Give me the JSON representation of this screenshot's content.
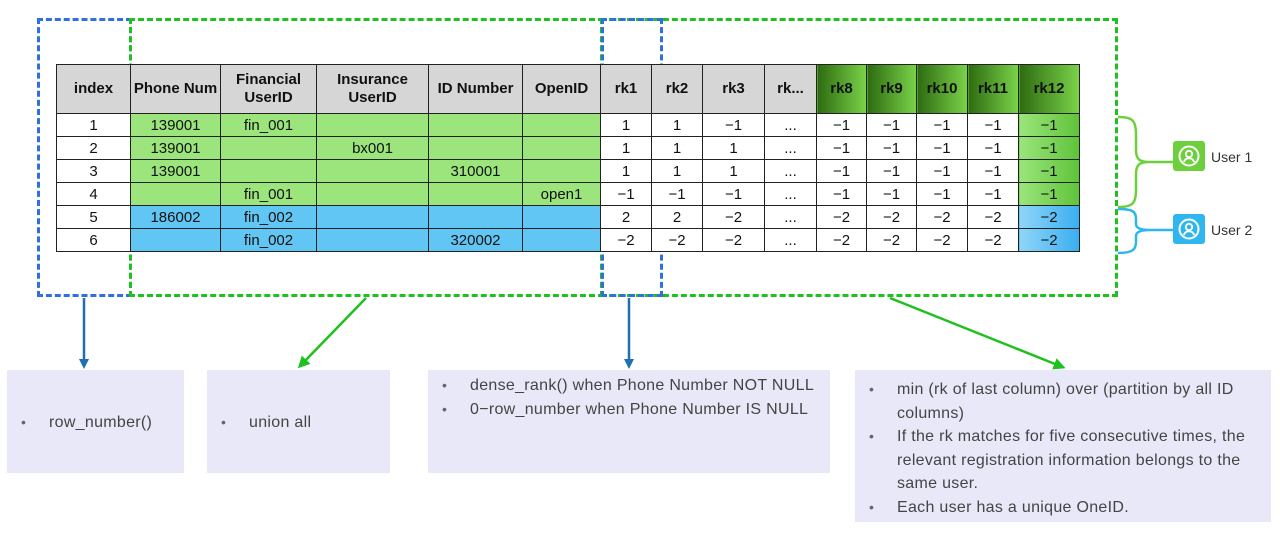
{
  "table": {
    "headers": [
      {
        "text": "index",
        "dark": false
      },
      {
        "text": "Phone Num",
        "dark": false
      },
      {
        "text": "Financial UserID",
        "dark": false
      },
      {
        "text": "Insurance UserID",
        "dark": false
      },
      {
        "text": "ID Number",
        "dark": false
      },
      {
        "text": "OpenID",
        "dark": false
      },
      {
        "text": "rk1",
        "dark": false
      },
      {
        "text": "rk2",
        "dark": false
      },
      {
        "text": "rk3",
        "dark": false
      },
      {
        "text": "rk...",
        "dark": false
      },
      {
        "text": "rk8",
        "dark": true
      },
      {
        "text": "rk9",
        "dark": true
      },
      {
        "text": "rk10",
        "dark": true
      },
      {
        "text": "rk11",
        "dark": true
      },
      {
        "text": "rk12",
        "dark": true
      }
    ],
    "rows": [
      {
        "user": 1,
        "cells": [
          "1",
          "139001",
          "fin_001",
          "",
          "",
          "",
          "1",
          "1",
          "−1",
          "...",
          "−1",
          "−1",
          "−1",
          "−1",
          "−1"
        ]
      },
      {
        "user": 1,
        "cells": [
          "2",
          "139001",
          "",
          "bx001",
          "",
          "",
          "1",
          "1",
          "1",
          "...",
          "−1",
          "−1",
          "−1",
          "−1",
          "−1"
        ]
      },
      {
        "user": 1,
        "cells": [
          "3",
          "139001",
          "",
          "",
          "310001",
          "",
          "1",
          "1",
          "1",
          "...",
          "−1",
          "−1",
          "−1",
          "−1",
          "−1"
        ]
      },
      {
        "user": 1,
        "cells": [
          "4",
          "",
          "fin_001",
          "",
          "",
          "open1",
          "−1",
          "−1",
          "−1",
          "...",
          "−1",
          "−1",
          "−1",
          "−1",
          "−1"
        ]
      },
      {
        "user": 2,
        "cells": [
          "5",
          "186002",
          "fin_002",
          "",
          "",
          "",
          "2",
          "2",
          "−2",
          "...",
          "−2",
          "−2",
          "−2",
          "−2",
          "−2"
        ]
      },
      {
        "user": 2,
        "cells": [
          "6",
          "",
          "fin_002",
          "",
          "320002",
          "",
          "−2",
          "−2",
          "−2",
          "...",
          "−2",
          "−2",
          "−2",
          "−2",
          "−2"
        ]
      }
    ]
  },
  "users": [
    {
      "label": "User 1",
      "color": "#6ccf3c",
      "icon": "user-circle-icon"
    },
    {
      "label": "User 2",
      "color": "#2fb6ee",
      "icon": "user-circle-icon"
    }
  ],
  "notes": {
    "row_number": [
      "row_number()"
    ],
    "union": [
      "union all"
    ],
    "dense_rank": [
      "dense_rank() when Phone Number NOT NULL",
      "0−row_number when Phone Number IS NULL"
    ],
    "min_rk": [
      "min (rk of last column) over (partition by all ID columns)",
      "If the rk matches for five consecutive times, the relevant registration information belongs to the same user.",
      "Each user has a unique OneID."
    ]
  },
  "colors": {
    "frame_blue": "#2f6fe0",
    "frame_green": "#1ec11e",
    "user1_fill": "#9be57c",
    "user2_fill": "#61c6f4",
    "header_fill": "#d6d6d6",
    "note_bg": "#e8e8f8"
  }
}
